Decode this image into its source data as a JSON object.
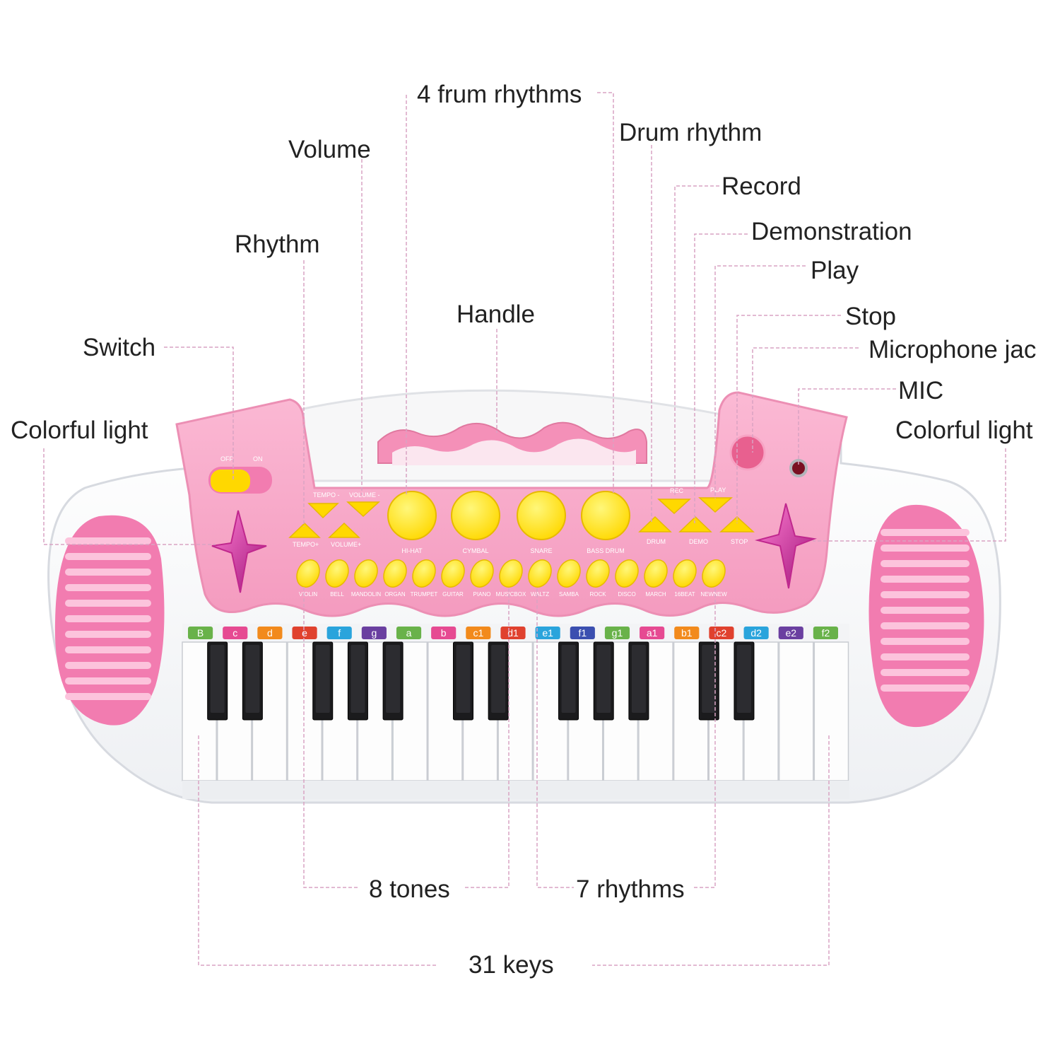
{
  "labels": {
    "four_drum_rhythms": "4 frum rhythms",
    "drum_rhythm": "Drum rhythm",
    "volume": "Volume",
    "record": "Record",
    "demonstration": "Demonstration",
    "rhythm": "Rhythm",
    "play": "Play",
    "handle": "Handle",
    "stop": "Stop",
    "switch": "Switch",
    "microphone_jack": "Microphone jac",
    "mic": "MIC",
    "colorful_light_left": "Colorful light",
    "colorful_light_right": "Colorful light",
    "eight_tones": "8 tones",
    "seven_rhythms": "7 rhythms",
    "thirty_one_keys": "31 keys"
  },
  "panel": {
    "switch_off": "OFF",
    "switch_on": "ON",
    "tempo_minus": "TEMPO -",
    "volume_minus": "VOLUME -",
    "tempo_plus": "TEMPO+",
    "volume_plus": "VOLUME+",
    "drums": [
      "HI-HAT",
      "CYMBAL",
      "SNARE",
      "BASS DRUM"
    ],
    "rec": "REC",
    "play": "PLAY",
    "drum": "DRUM",
    "demo": "DEMO",
    "stop": "STOP",
    "tones": [
      "VIOLIN",
      "BELL",
      "MANDOLIN",
      "ORGAN",
      "TRUMPET",
      "GUITAR",
      "PIANO",
      "MUSICBOX",
      "WALTZ",
      "SAMBA",
      "ROCK",
      "DISCO",
      "MARCH",
      "16BEAT",
      "NEWNEW"
    ]
  },
  "key_labels": [
    "B",
    "c",
    "d",
    "e",
    "f",
    "g",
    "a",
    "b",
    "c1",
    "d1",
    "e1",
    "f1",
    "g1",
    "a1",
    "b1",
    "c2",
    "d2",
    "e2",
    "f2"
  ],
  "colors": {
    "body_pink": "#f6a9c8",
    "deep_pink": "#ee6fa5",
    "button_yellow": "#ffe400",
    "leader_line": "#d9a3c3",
    "label_text": "#222222"
  }
}
